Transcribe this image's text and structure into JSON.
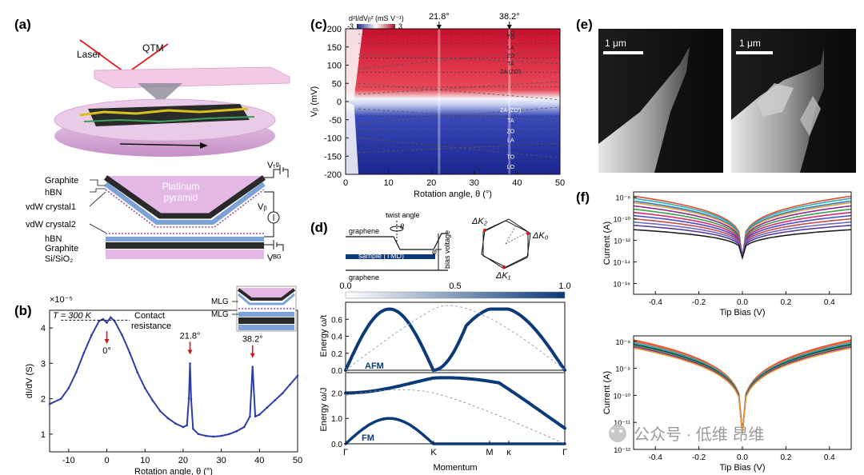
{
  "panels": {
    "a": {
      "label": "(a)",
      "laser": "Laser",
      "qtm": "QTM",
      "layers_left": [
        "Graphite",
        "hBN",
        "vdW crystal1",
        "vdW crystal2",
        "hBN",
        "Graphite",
        "Si/SiO₂"
      ],
      "pyramid": [
        "Platinum",
        "pyramid"
      ],
      "v_tg": "Vₜᵍ",
      "v_b": "Vᵦ",
      "v_bg": "Vᴮᴳ"
    },
    "b": {
      "label": "(b)",
      "exponent": "×10⁻⁵",
      "temperature": "T = 300  K",
      "contact": [
        "Contact",
        "resistance"
      ],
      "annotations": [
        "0°",
        "21.8°",
        "38.2°"
      ],
      "inset_labels": [
        "MLG",
        "MLG"
      ]
    },
    "c": {
      "label": "(c)",
      "colorbar_title": "d²I/dVᵦ² (mS V⁻¹)",
      "colorbar_min": "-3",
      "colorbar_max": "3",
      "top_marks": [
        "21.8°",
        "38.2°"
      ],
      "phonon_labels": [
        "LO",
        "TO",
        "LA",
        "ZO",
        "TA",
        "ZA (ZO')",
        "ZA (ZO')",
        "TA",
        "ZO",
        "LA",
        "TO",
        "LO"
      ]
    },
    "d": {
      "label": "(d)",
      "schematic": [
        "twist angle",
        "θ",
        "graphene",
        "sample (TMD)",
        "graphene",
        "bias voltage",
        "φ"
      ],
      "delta_k": [
        "ΔK₂",
        "ΔK₀",
        "ΔK₁"
      ],
      "colorbar_ticks": [
        "0.0",
        "0.5",
        "1.0"
      ],
      "afm": "AFM",
      "fm": "FM",
      "afm_yticks": [
        "0.0",
        "0.2",
        "0.4",
        "0.6"
      ],
      "fm_yticks": [
        "0.0",
        "1.0",
        "2.0"
      ],
      "afm_ylabel": "Energy ω/t",
      "fm_ylabel": "Energy ω/J",
      "xticks": [
        "Γ",
        "K",
        "M",
        "κ",
        "Γ"
      ],
      "xlabel": "Momentum"
    },
    "e": {
      "label": "(e)",
      "scale_left": "1 μm",
      "scale_right": "1 μm"
    },
    "f": {
      "label": "(f)",
      "watermark": "公众号 · 低维 昂维"
    }
  },
  "chart_data": [
    {
      "id": "b",
      "type": "line",
      "xlabel": "Rotation angle, θ (°)",
      "ylabel": "dI/dV (S)",
      "xlim": [
        -15,
        50
      ],
      "ylim": [
        0.5,
        4.5
      ],
      "xticks": [
        -10,
        0,
        10,
        20,
        30,
        40,
        50
      ],
      "yticks": [
        1,
        2,
        3,
        4
      ],
      "color": "#2b3ea8",
      "x": [
        -15,
        -12,
        -10,
        -8,
        -6,
        -4,
        -2,
        -1,
        0,
        1,
        2,
        4,
        6,
        8,
        10,
        12,
        14,
        16,
        18,
        20,
        21,
        21.5,
        21.8,
        22.1,
        22.6,
        24,
        26,
        28,
        30,
        32,
        34,
        36,
        37.5,
        38.2,
        38.9,
        40,
        42,
        44,
        46,
        48,
        50
      ],
      "y": [
        1.85,
        2.0,
        2.3,
        2.75,
        3.3,
        3.8,
        4.2,
        4.25,
        4.15,
        4.3,
        4.2,
        3.8,
        3.3,
        2.75,
        2.3,
        1.95,
        1.65,
        1.45,
        1.3,
        1.2,
        1.25,
        2.0,
        3.0,
        2.0,
        1.15,
        1.0,
        0.95,
        0.93,
        0.95,
        1.0,
        1.08,
        1.2,
        1.5,
        2.9,
        1.5,
        1.55,
        1.75,
        1.95,
        2.15,
        2.4,
        2.65
      ]
    },
    {
      "id": "c",
      "type": "heatmap",
      "xlabel": "Rotation angle, θ (°)",
      "ylabel": "Vᵦ (mV)",
      "xlim": [
        0,
        50
      ],
      "ylim": [
        -200,
        200
      ],
      "xticks": [
        0,
        10,
        20,
        30,
        40,
        50
      ],
      "yticks": [
        -200,
        -150,
        -100,
        -50,
        0,
        50,
        100,
        150,
        200
      ],
      "top_marks": [
        21.8,
        38.2
      ]
    },
    {
      "id": "f-top",
      "type": "line",
      "xlabel": "Tip Bias (V)",
      "ylabel": "Current (A)",
      "xlim": [
        -0.5,
        0.5
      ],
      "yscale": "log",
      "ylim_exp": [
        -17,
        -7.5
      ],
      "xticks": [
        "-0.4",
        "-0.2",
        "0.0",
        "0.2",
        "0.4"
      ],
      "ytick_exp": [
        -8,
        -10,
        -12,
        -14,
        -16
      ],
      "series_edge_exp": [
        -7.9,
        -8.1,
        -8.35,
        -8.5,
        -8.8,
        -9.1,
        -9.4,
        -9.7,
        -10.0,
        -10.3,
        -10.6,
        -11.0
      ],
      "series_colors": [
        "#e84a2a",
        "#1fb0b6",
        "#2a7fc6",
        "#e89a3a",
        "#8c2a8a",
        "#3aa04a",
        "#d62a7a",
        "#4a4ad0",
        "#c84a4a",
        "#6a6ac8",
        "#5a3aa0",
        "#222222"
      ],
      "min_exp": -13.6
    },
    {
      "id": "f-bottom",
      "type": "line",
      "xlabel": "Tip Bias (V)",
      "ylabel": "Current (A)",
      "xlim": [
        -0.5,
        0.5
      ],
      "yscale": "log",
      "ylim_exp": [
        -12,
        -7.8
      ],
      "xticks": [
        "-0.4",
        "-0.2",
        "0.0",
        "0.2",
        "0.4"
      ],
      "ytick_exp": [
        -8,
        -9,
        -10,
        -11,
        -12
      ],
      "series_edge_exp": [
        -7.95,
        -8.0,
        -8.05,
        -8.1,
        -8.12,
        -8.15,
        -8.2,
        -8.25
      ],
      "series_colors": [
        "#e84a2a",
        "#f06a3a",
        "#1fb0b6",
        "#2a7fc6",
        "#222222",
        "#3aa04a",
        "#8c2a8a",
        "#e89a3a"
      ],
      "min_exp": -11.4
    }
  ]
}
